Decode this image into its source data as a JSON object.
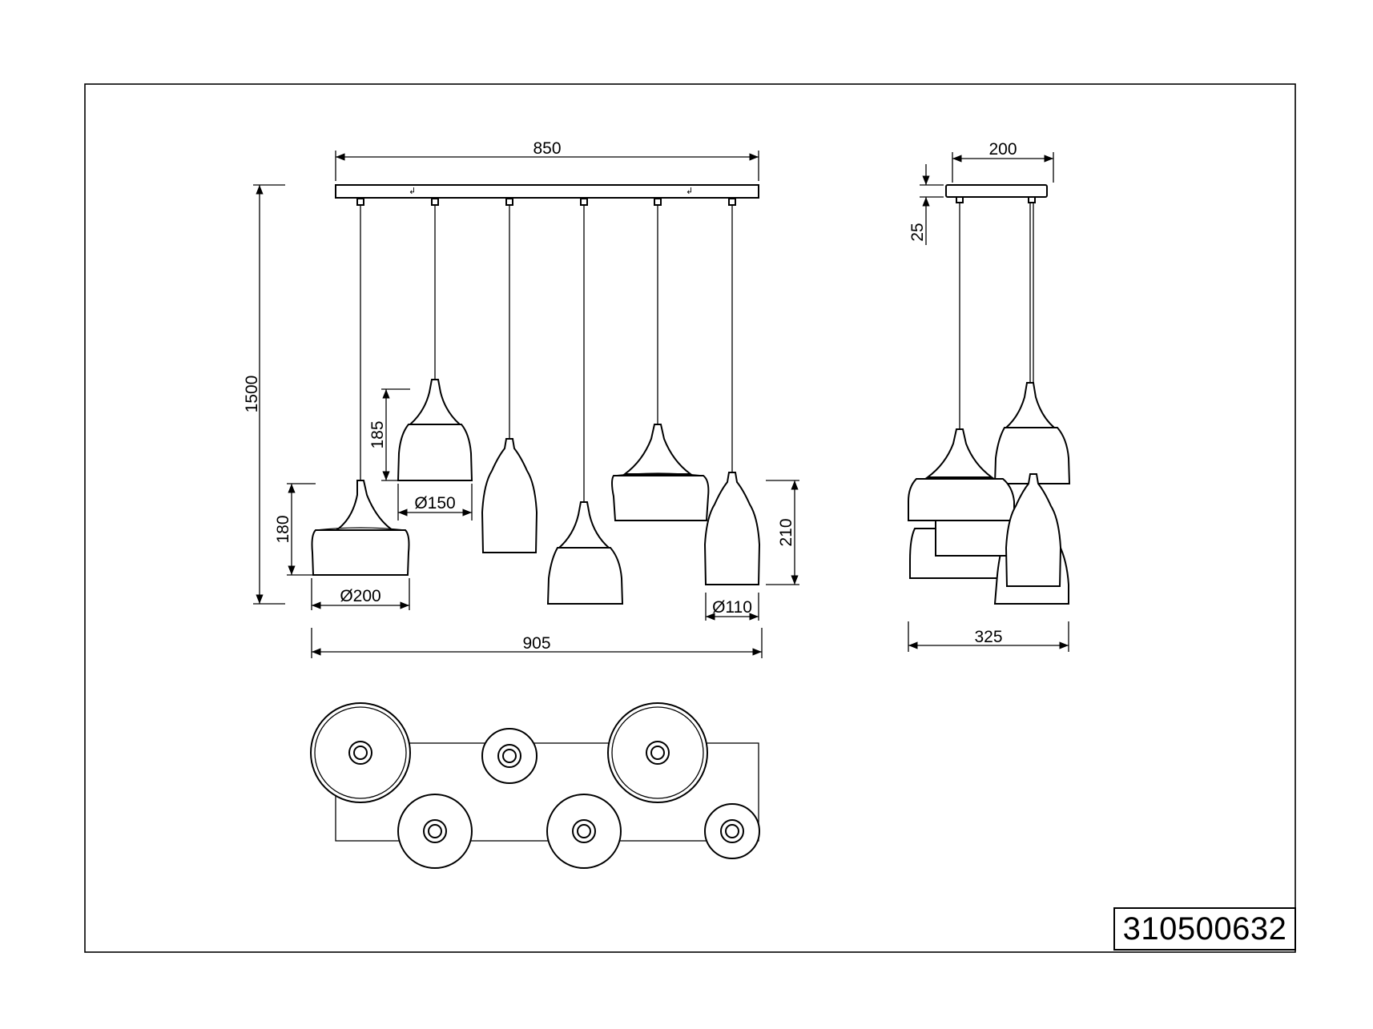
{
  "drawing": {
    "front_view": {
      "canopy_width": "850",
      "total_height": "1500",
      "overall_width": "905",
      "shade_large_height": "180",
      "shade_large_diameter": "Ø200",
      "shade_medium_height": "185",
      "shade_medium_diameter": "Ø150",
      "shade_small_height": "210",
      "shade_small_diameter": "Ø110"
    },
    "side_view": {
      "canopy_depth": "200",
      "canopy_height": "25",
      "overall_depth": "325"
    },
    "article_number": "310500632"
  }
}
